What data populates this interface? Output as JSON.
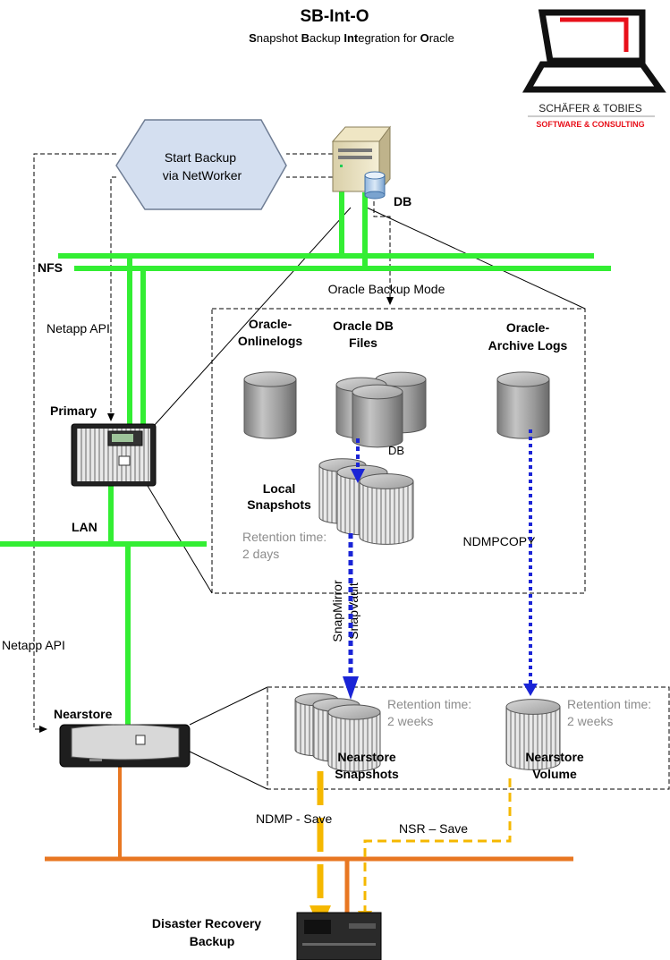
{
  "title": "SB-Int-O",
  "subtitle_parts": [
    {
      "text": "S",
      "bold": true
    },
    {
      "text": "napshot ",
      "bold": false
    },
    {
      "text": "B",
      "bold": true
    },
    {
      "text": "ackup ",
      "bold": false
    },
    {
      "text": "Int",
      "bold": true
    },
    {
      "text": "egration for ",
      "bold": false
    },
    {
      "text": "O",
      "bold": true
    },
    {
      "text": "racle",
      "bold": false
    }
  ],
  "logo": {
    "company": "SCHÄFER & TOBIES",
    "tagline": "SOFTWARE & CONSULTING",
    "accent": "#e8101a"
  },
  "colors": {
    "lan_green": "#33ee33",
    "backup_orange": "#e87722",
    "snap_blue": "#1a24d6",
    "save_yellow": "#f5b800"
  },
  "labels": {
    "start_backup_line1": "Start Backup",
    "start_backup_line2": "via NetWorker",
    "db_server": "DB",
    "nfs": "NFS",
    "oracle_backup_mode": "Oracle Backup Mode",
    "netapp_api_top": "Netapp API",
    "netapp_api_bottom": "Netapp API",
    "primary": "Primary",
    "lan": "LAN",
    "nearstore": "Nearstore",
    "onlinelogs_1": "Oracle-",
    "onlinelogs_2": "Onlinelogs",
    "dbfiles_1": "Oracle DB",
    "dbfiles_2": "Files",
    "archlogs_1": "Oracle-",
    "archlogs_2": "Archive Logs",
    "db_small": "DB",
    "local_snap_1": "Local",
    "local_snap_2": "Snapshots",
    "retention_local_1": "Retention time:",
    "retention_local_2": "2 days",
    "ndmpcopy": "NDMPCOPY",
    "snapmirror": "SnapMirror",
    "snapvault": "SnapVault",
    "retention_ns_1": "Retention time:",
    "retention_ns_2": "2 weeks",
    "retention_vol_1": "Retention time:",
    "retention_vol_2": "2 weeks",
    "ns_snap_1": "Nearstore",
    "ns_snap_2": "Snapshots",
    "ns_vol_1": "Nearstore",
    "ns_vol_2": "Volume",
    "ndmp_save": "NDMP - Save",
    "nsr_save": "NSR – Save",
    "dr_1": "Disaster Recovery",
    "dr_2": "Backup"
  }
}
